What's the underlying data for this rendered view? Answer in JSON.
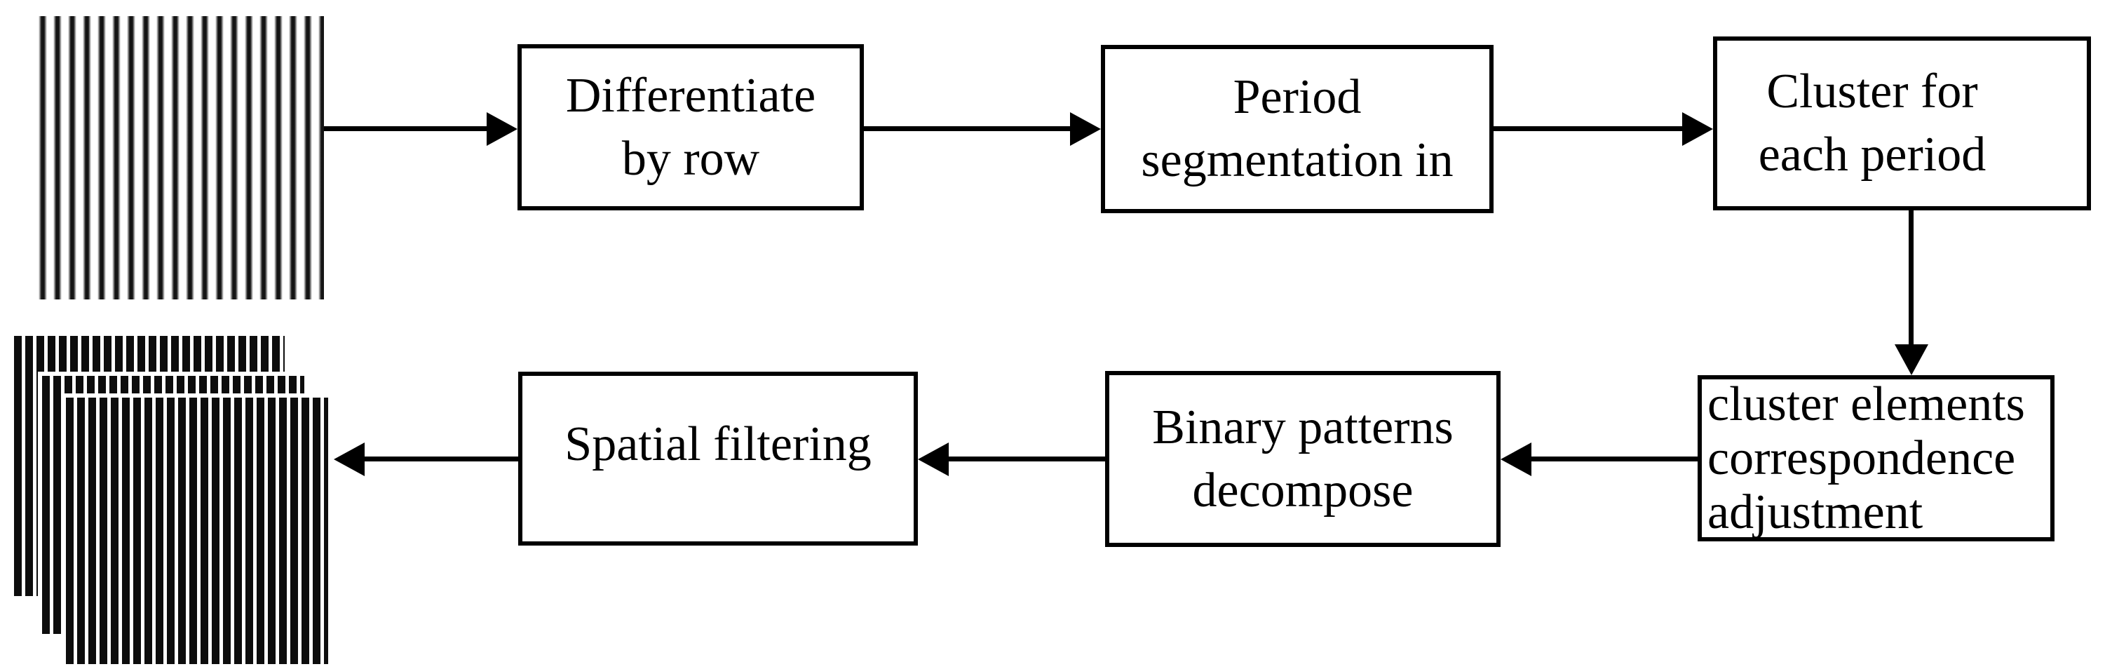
{
  "diagram": {
    "type": "flowchart",
    "background_color": "#ffffff",
    "stroke_color": "#000000",
    "text_color": "#000000",
    "nodes": [
      {
        "id": "input-fringe-image",
        "kind": "image",
        "icon": "fringe-pattern-image",
        "label": ""
      },
      {
        "id": "differentiate",
        "kind": "process-box",
        "label": "Differentiate by row",
        "lines": [
          "Differentiate",
          "by row"
        ]
      },
      {
        "id": "period-segmentation",
        "kind": "process-box",
        "label": "Period segmentation in",
        "lines": [
          "Period",
          "segmentation in"
        ]
      },
      {
        "id": "cluster-each-period",
        "kind": "process-box",
        "label": "Cluster for each period",
        "lines": [
          "Cluster for",
          "each period"
        ]
      },
      {
        "id": "cluster-elements-adjustment",
        "kind": "process-box",
        "label": "cluster elements correspondence adjustment",
        "lines": [
          "cluster elements",
          "correspondence",
          "adjustment"
        ]
      },
      {
        "id": "binary-patterns-decompose",
        "kind": "process-box",
        "label": "Binary patterns decompose",
        "lines": [
          "Binary patterns",
          "decompose"
        ]
      },
      {
        "id": "spatial-filtering",
        "kind": "process-box",
        "label": "Spatial filtering",
        "lines": [
          "Spatial filtering"
        ]
      },
      {
        "id": "output-binary-stack-image",
        "kind": "image",
        "icon": "binary-patterns-stack-image",
        "label": ""
      }
    ],
    "edges": [
      {
        "from": "input-fringe-image",
        "to": "differentiate",
        "direction": "right"
      },
      {
        "from": "differentiate",
        "to": "period-segmentation",
        "direction": "right"
      },
      {
        "from": "period-segmentation",
        "to": "cluster-each-period",
        "direction": "right"
      },
      {
        "from": "cluster-each-period",
        "to": "cluster-elements-adjustment",
        "direction": "down"
      },
      {
        "from": "cluster-elements-adjustment",
        "to": "binary-patterns-decompose",
        "direction": "left"
      },
      {
        "from": "binary-patterns-decompose",
        "to": "spatial-filtering",
        "direction": "left"
      },
      {
        "from": "spatial-filtering",
        "to": "output-binary-stack-image",
        "direction": "left"
      }
    ]
  }
}
